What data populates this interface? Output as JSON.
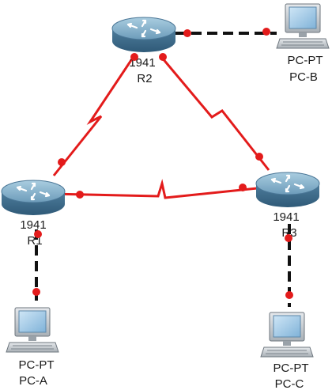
{
  "colors": {
    "serial_link": "#e31b1b",
    "ethernet_link": "#111111",
    "port_dot": "#e31b1b",
    "router_body": "#5f8fae",
    "pc_screen": "#9cc6e6"
  },
  "devices": {
    "r2": {
      "model": "1941",
      "name": "R2",
      "icon": "router-icon"
    },
    "r1": {
      "model": "1941",
      "name": "R1",
      "icon": "router-icon"
    },
    "r3": {
      "model": "1941",
      "name": "R3",
      "icon": "router-icon"
    },
    "pc_a": {
      "model": "PC-PT",
      "name": "PC-A",
      "icon": "pc-icon"
    },
    "pc_b": {
      "model": "PC-PT",
      "name": "PC-B",
      "icon": "pc-icon"
    },
    "pc_c": {
      "model": "PC-PT",
      "name": "PC-C",
      "icon": "pc-icon"
    }
  },
  "links": [
    {
      "from": "R2",
      "to": "R1",
      "type": "serial"
    },
    {
      "from": "R2",
      "to": "R3",
      "type": "serial"
    },
    {
      "from": "R1",
      "to": "R3",
      "type": "serial"
    },
    {
      "from": "R2",
      "to": "PC-B",
      "type": "ethernet"
    },
    {
      "from": "R1",
      "to": "PC-A",
      "type": "ethernet"
    },
    {
      "from": "R3",
      "to": "PC-C",
      "type": "ethernet"
    }
  ]
}
